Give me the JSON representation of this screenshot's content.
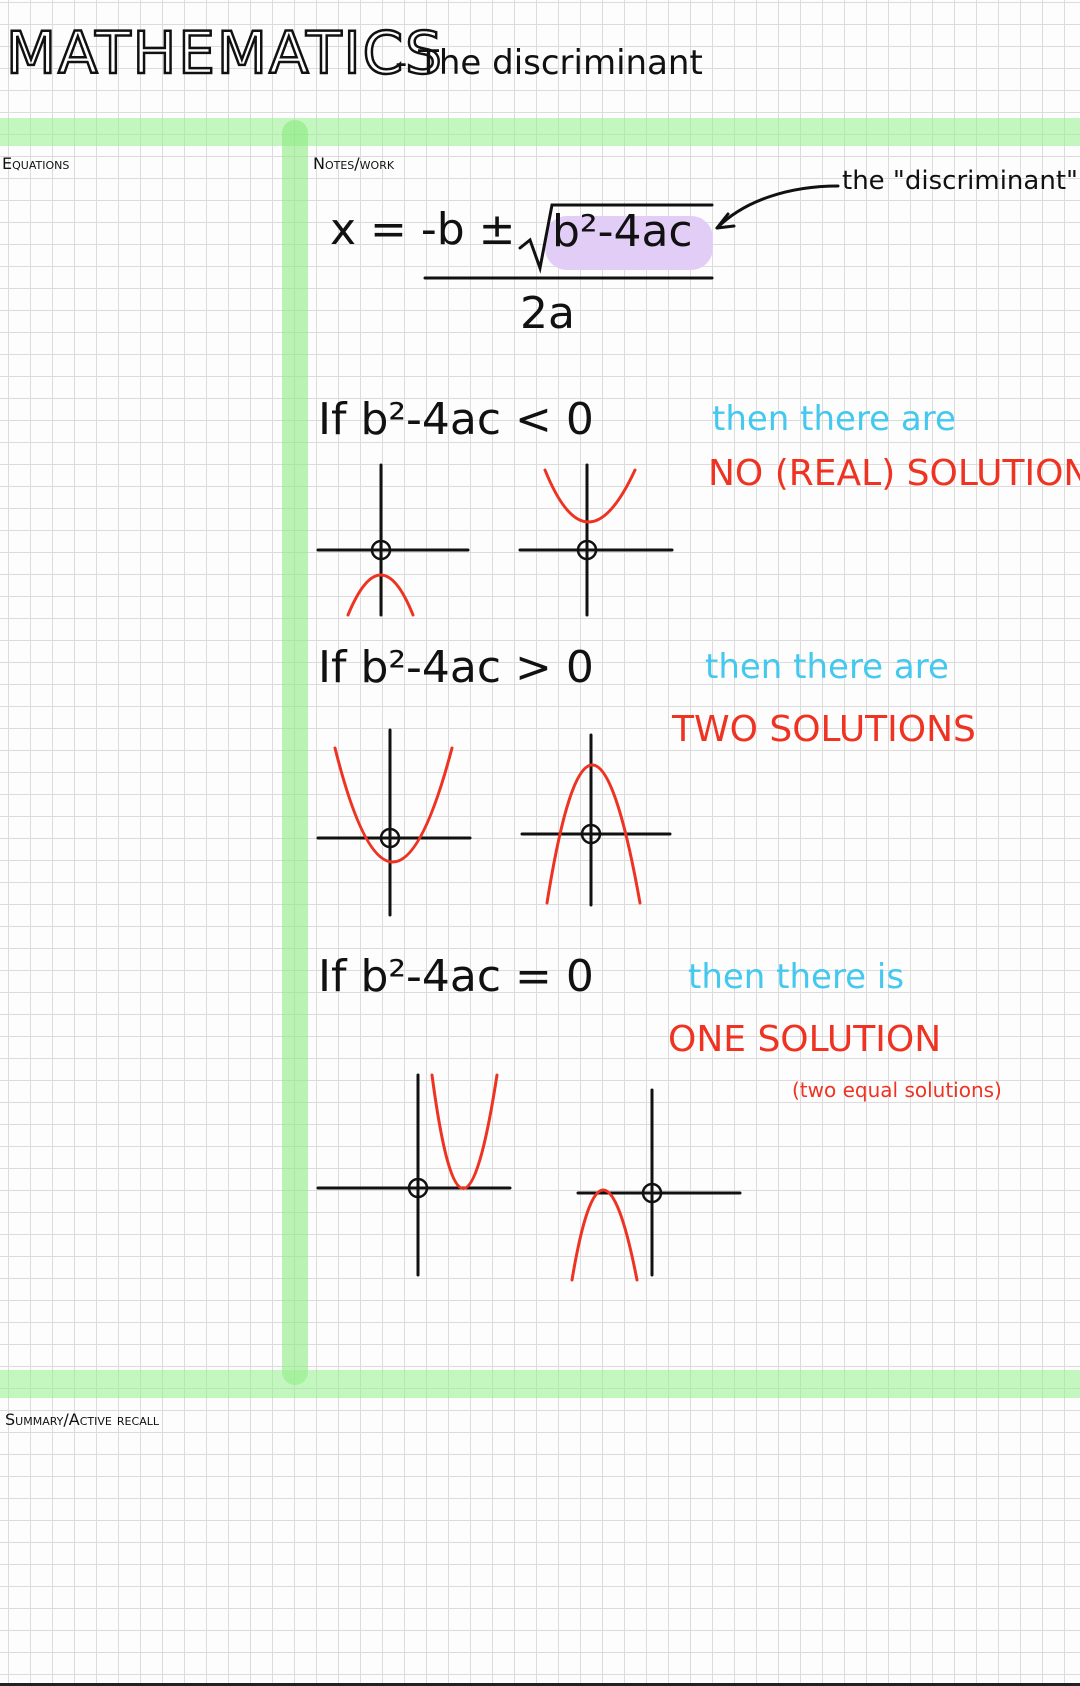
{
  "title": {
    "main": "MATHEMATICS",
    "sub": "- The discriminant"
  },
  "sections": {
    "equations": "Equations",
    "notes": "Notes/work",
    "summary": "Summary/Active recall"
  },
  "formula": {
    "lhs": "x = -b ±",
    "radicand": "b²-4ac",
    "denominator": "2a",
    "annotation": "the \"discriminant\"",
    "highlight_color": "#e2cdf7"
  },
  "cases": [
    {
      "condition": "If  b²-4ac < 0",
      "lead": "then there are",
      "result": "NO (REAL) SOLUTIONS",
      "note": ""
    },
    {
      "condition": "If  b²-4ac > 0",
      "lead": "then there are",
      "result": "TWO SOLUTIONS",
      "note": ""
    },
    {
      "condition": "If  b²-4ac = 0",
      "lead": "then there is",
      "result": "ONE SOLUTION",
      "note": "(two equal solutions)"
    }
  ],
  "colors": {
    "band": "#9cf08c",
    "lead_text": "#44c8ee",
    "result_text": "#ee3322",
    "curve": "#ee3322",
    "ink": "#111111"
  }
}
